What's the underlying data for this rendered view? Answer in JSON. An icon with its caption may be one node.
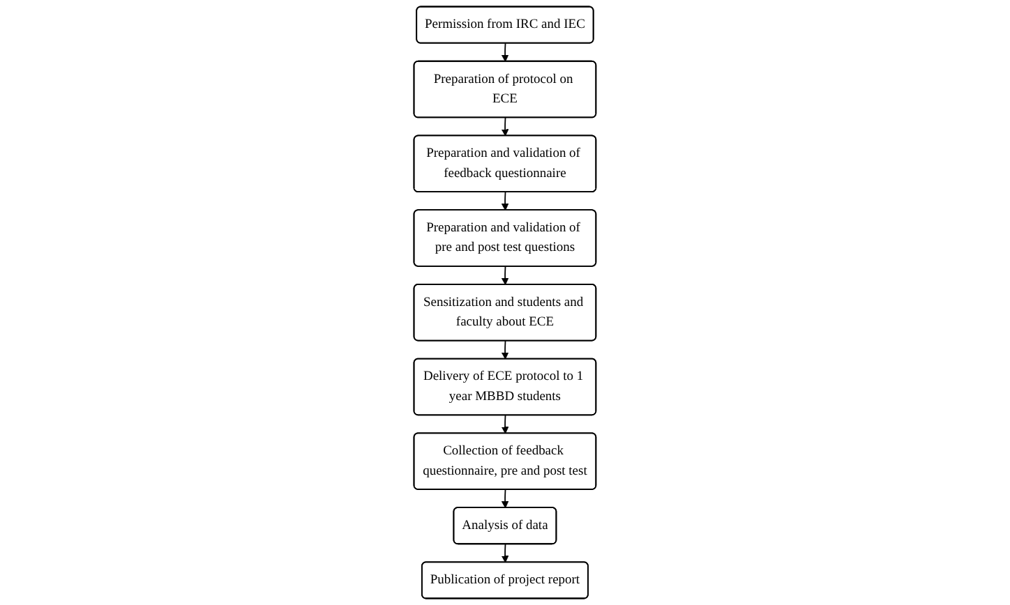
{
  "diagram": {
    "nodes": [
      {
        "text": [
          "Permission from IRC and IEC"
        ]
      },
      {
        "text": [
          "Preparation of protocol on ECE"
        ]
      },
      {
        "text": [
          "Preparation and validation of feedback questionnaire"
        ]
      },
      {
        "text": [
          "Preparation and validation of pre and post test questions"
        ]
      },
      {
        "text": [
          "Sensitization and students and faculty about ECE"
        ]
      },
      {
        "text": [
          "Delivery of ECE protocol to 1 year MBBD students"
        ]
      },
      {
        "text": [
          "Collection of feedback questionnaire, pre and post test"
        ]
      },
      {
        "text": [
          "Analysis of data"
        ]
      },
      {
        "text": [
          "Publication of project report"
        ]
      }
    ],
    "edges": [
      {
        "from": 0,
        "to": 1,
        "arrow": "to"
      },
      {
        "from": 1,
        "to": 2,
        "arrow": "to"
      },
      {
        "from": 2,
        "to": 3,
        "arrow": "to"
      },
      {
        "from": 3,
        "to": 4,
        "arrow": "to"
      },
      {
        "from": 4,
        "to": 5,
        "arrow": "to"
      },
      {
        "from": 5,
        "to": 6,
        "arrow": "to"
      },
      {
        "from": 6,
        "to": 7,
        "arrow": "to"
      },
      {
        "from": 7,
        "to": 8,
        "arrow": "to"
      }
    ]
  }
}
